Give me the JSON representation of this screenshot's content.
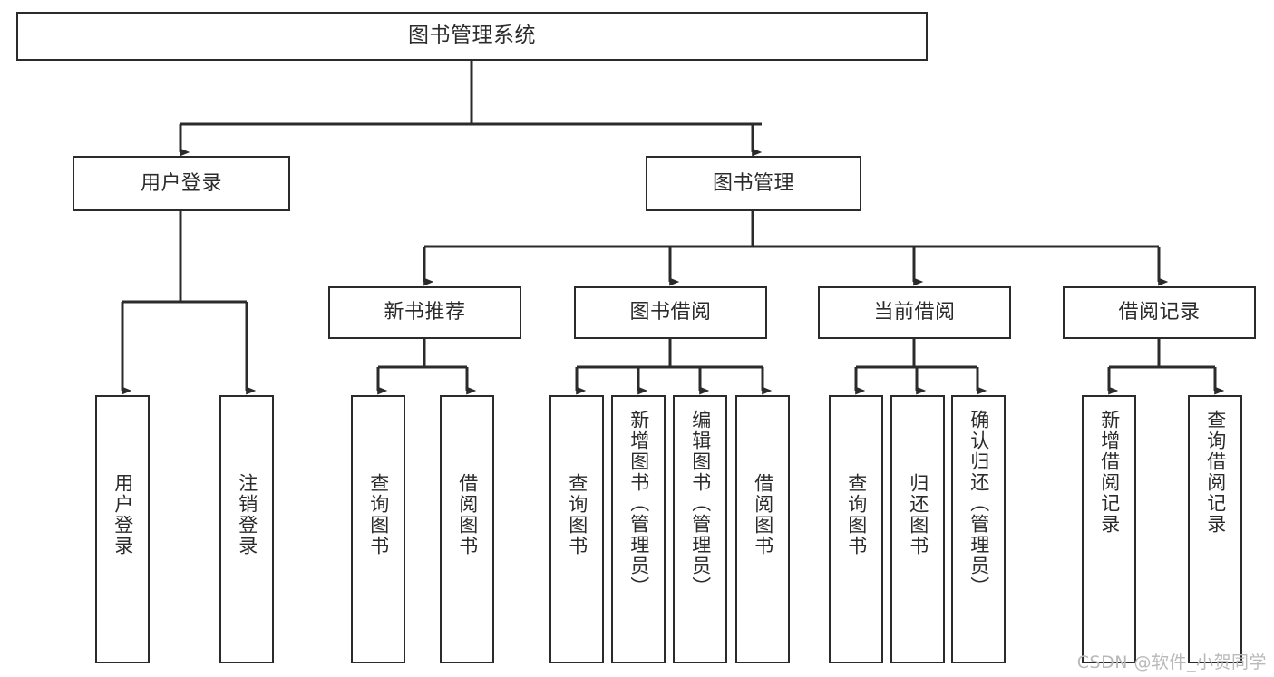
{
  "diagram": {
    "title": "图书管理系统",
    "type": "tree",
    "line_color": "#2b2b2b",
    "box_fill": "#ffffff",
    "background": "#ffffff",
    "watermark": "CSDN @软件_小贺同学",
    "nodes": {
      "root": {
        "label": "图书管理系统"
      },
      "level1": [
        {
          "id": "user-login",
          "label": "用户登录"
        },
        {
          "id": "book-manage",
          "label": "图书管理"
        }
      ],
      "level2": [
        {
          "id": "new-book-recommend",
          "label": "新书推荐",
          "parent": "book-manage"
        },
        {
          "id": "book-borrow",
          "label": "图书借阅",
          "parent": "book-manage"
        },
        {
          "id": "current-borrow",
          "label": "当前借阅",
          "parent": "book-manage"
        },
        {
          "id": "borrow-record",
          "label": "借阅记录",
          "parent": "book-manage"
        }
      ],
      "leaves": [
        {
          "id": "leaf-user-login",
          "label": "用户登录",
          "parent": "user-login"
        },
        {
          "id": "leaf-user-logout",
          "label": "注销登录",
          "parent": "user-login"
        },
        {
          "id": "leaf-query-book-1",
          "label": "查询图书",
          "parent": "new-book-recommend"
        },
        {
          "id": "leaf-borrow-book-1",
          "label": "借阅图书",
          "parent": "new-book-recommend"
        },
        {
          "id": "leaf-query-book-2",
          "label": "查询图书",
          "parent": "book-borrow"
        },
        {
          "id": "leaf-add-book",
          "label": "新增图书（管理员）",
          "parent": "book-borrow"
        },
        {
          "id": "leaf-edit-book",
          "label": "编辑图书（管理员）",
          "parent": "book-borrow"
        },
        {
          "id": "leaf-borrow-book-2",
          "label": "借阅图书",
          "parent": "book-borrow"
        },
        {
          "id": "leaf-query-book-3",
          "label": "查询图书",
          "parent": "current-borrow"
        },
        {
          "id": "leaf-return-book",
          "label": "归还图书",
          "parent": "current-borrow"
        },
        {
          "id": "leaf-confirm-return",
          "label": "确认归还（管理员）",
          "parent": "current-borrow"
        },
        {
          "id": "leaf-add-record",
          "label": "新增借阅记录",
          "parent": "borrow-record"
        },
        {
          "id": "leaf-query-record",
          "label": "查询借阅记录",
          "parent": "borrow-record"
        }
      ]
    }
  }
}
